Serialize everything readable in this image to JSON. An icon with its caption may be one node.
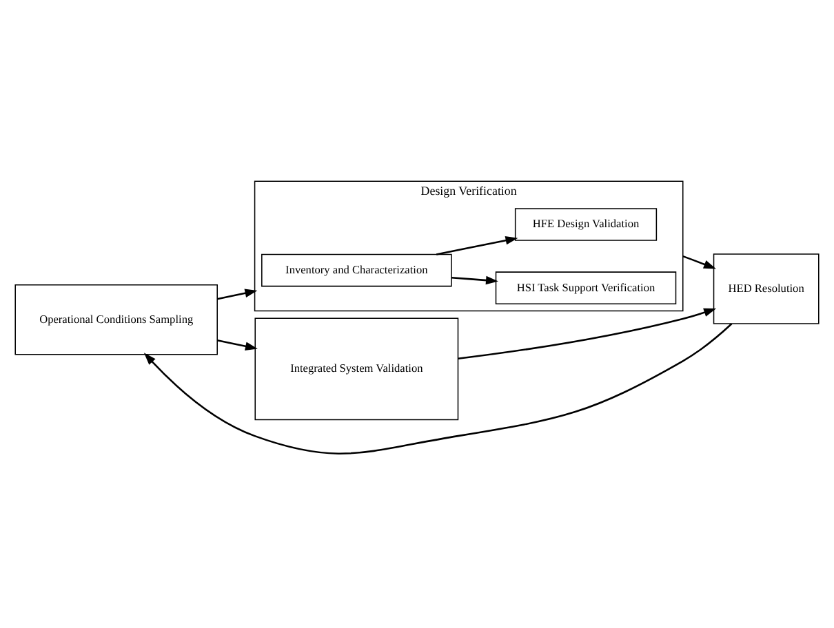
{
  "diagram": {
    "nodes": [
      {
        "text": [
          "Operational Conditions Sampling"
        ]
      },
      {
        "text": [
          "Design Verification"
        ]
      },
      {
        "text": [
          "Inventory and Characterization"
        ],
        "in": 1
      },
      {
        "text": [
          "HSI Task Support Verification"
        ],
        "in": 1
      },
      {
        "text": [
          "HFE Design Validation"
        ],
        "in": 1
      },
      {
        "text": [
          "Integrated System Validation"
        ]
      },
      {
        "text": [
          "HED Resolution"
        ]
      }
    ],
    "edges": [
      {
        "from": 0,
        "to": 1,
        "arrow": "to"
      },
      {
        "from": 0,
        "to": 5,
        "arrow": "to"
      },
      {
        "from": 2,
        "to": 3,
        "arrow": "to"
      },
      {
        "from": 2,
        "to": 4,
        "arrow": "to"
      },
      {
        "from": 1,
        "to": 6,
        "arrow": "to"
      },
      {
        "from": 5,
        "to": 6,
        "arrow": "to"
      },
      {
        "from": 6,
        "to": 0,
        "arrow": "to"
      }
    ]
  }
}
